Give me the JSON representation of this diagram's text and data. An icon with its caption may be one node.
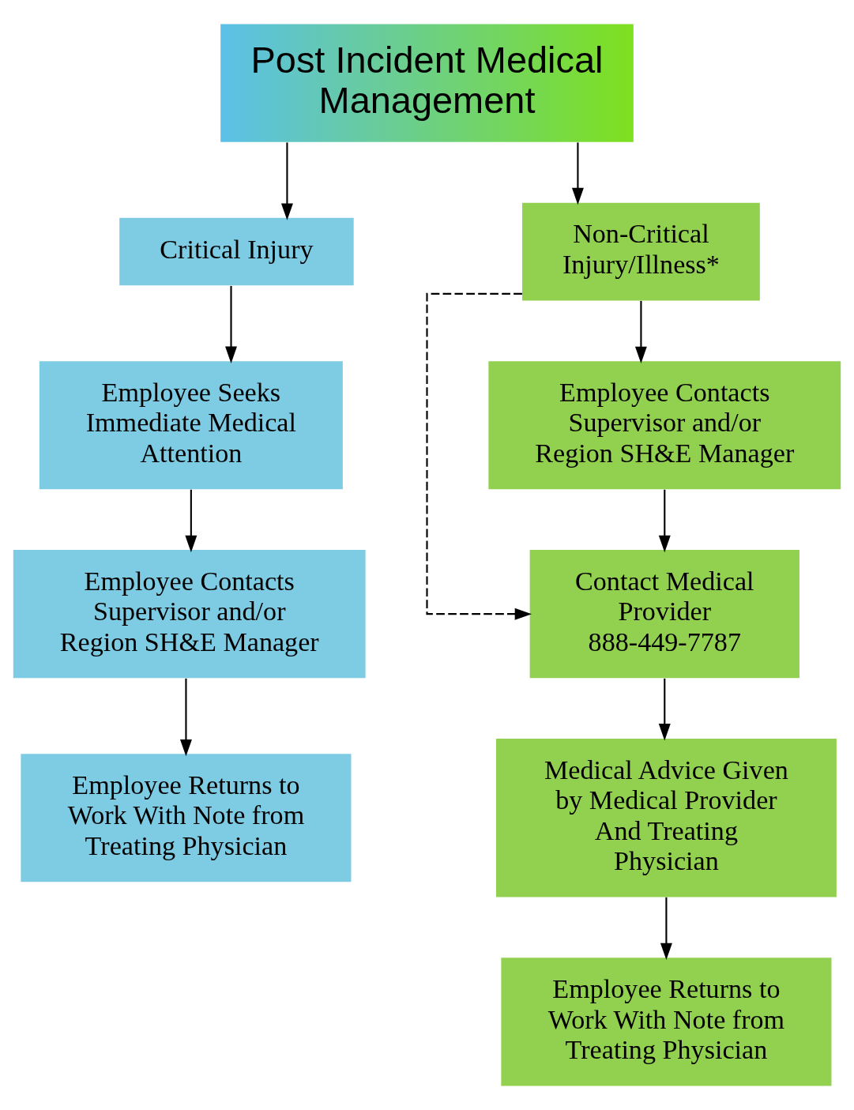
{
  "diagram": {
    "nodes": [
      {
        "text": [
          "Post Incident Medical Management"
        ]
      },
      {
        "text": [
          "Critical Injury"
        ]
      },
      {
        "text": [
          "Employee Seeks Immediate Medical Attention"
        ]
      },
      {
        "text": [
          "Employee Contacts Supervisor and/or Region SH&E Manager"
        ]
      },
      {
        "text": [
          "Employee Returns to Work With Note from Treating Physician"
        ]
      },
      {
        "text": [
          "Non-Critical Injury/Illness*"
        ]
      },
      {
        "text": [
          "Employee Contacts Supervisor and/or Region SH&E Manager"
        ]
      },
      {
        "text": [
          "Contact Medical Provider 888-449-7787"
        ]
      },
      {
        "text": [
          "Medical Advice Given by Medical Provider And Treating Physician"
        ]
      },
      {
        "text": [
          "Employee Returns to Work With Note from Treating Physician"
        ]
      }
    ],
    "edges": [
      {
        "from": 0,
        "to": 1,
        "arrow": "to"
      },
      {
        "from": 0,
        "to": 5,
        "arrow": "to"
      },
      {
        "from": 1,
        "to": 2,
        "arrow": "to"
      },
      {
        "from": 2,
        "to": 3,
        "arrow": "to"
      },
      {
        "from": 3,
        "to": 4,
        "arrow": "to"
      },
      {
        "from": 5,
        "to": 6,
        "arrow": "to"
      },
      {
        "from": 6,
        "to": 7,
        "arrow": "to"
      },
      {
        "from": 7,
        "to": 8,
        "arrow": "to"
      },
      {
        "from": 8,
        "to": 9,
        "arrow": "to"
      },
      {
        "from": 5,
        "to": 7,
        "arrow": "to",
        "style": "dashed"
      }
    ]
  }
}
